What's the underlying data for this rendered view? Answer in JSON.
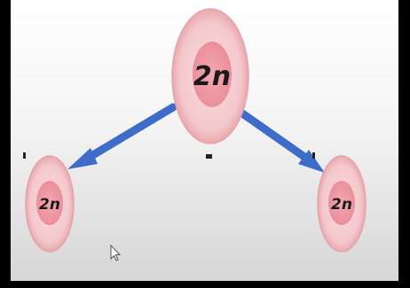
{
  "diagram": {
    "parent_cell": {
      "label": "2n"
    },
    "daughter_cells": [
      {
        "label": "2n"
      },
      {
        "label": "2n"
      }
    ]
  },
  "colors": {
    "background_top": "#ffffff",
    "background_bottom": "#d9d9d9",
    "frame": "#000000",
    "cell_outer": "#f6cfd2",
    "cell_outer_edge": "#e9a6ac",
    "cell_nucleus": "#ef9aa5",
    "arrow": "#3d6dc8",
    "arrow_edge": "#1e3f8a"
  },
  "icons": {
    "pointer": "mouse-cursor-icon"
  }
}
